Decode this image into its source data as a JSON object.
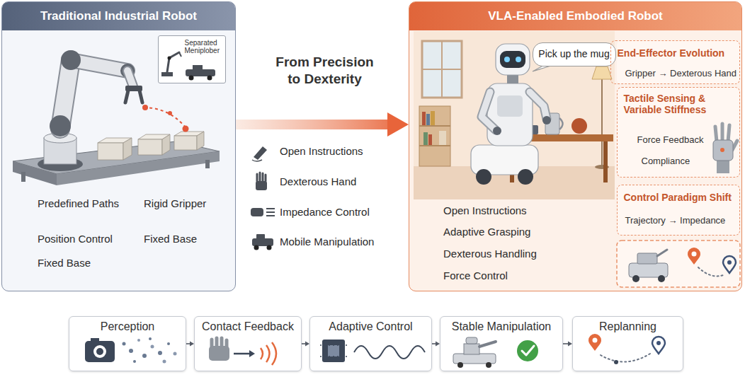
{
  "diagram": {
    "nodes": [
      {
        "text": [
          "Traditional Industrial Robot",
          "Predefined Paths",
          "Rigid Gripper",
          "Position Control",
          "Fixed Base",
          "Fixed Base"
        ]
      },
      {
        "text": [
          "Separated Meniplober"
        ],
        "in": 0
      },
      {
        "text": [
          "VLA-Enabled Embodied Robot",
          "Open Instructions",
          "Adaptive Grasping",
          "Dexterous Handling",
          "Force Control"
        ]
      },
      {
        "text": [
          "Pick up the mug"
        ],
        "in": 2
      },
      {
        "text": [
          "End-Effector Evolution",
          "Gripper → Dexterous Hand"
        ],
        "in": 2
      },
      {
        "text": [
          "Tactile Sensing & Variable Stiffness",
          "Force Feedback",
          "Compliance"
        ],
        "in": 2
      },
      {
        "text": [
          "Control Paradigm Shift",
          "Trajectory → Impedance"
        ],
        "in": 2
      },
      {
        "text": [
          "Perception"
        ]
      },
      {
        "text": [
          "Contact Feedback"
        ]
      },
      {
        "text": [
          "Adaptive Control"
        ]
      },
      {
        "text": [
          "Stable Manipulation"
        ]
      },
      {
        "text": [
          "Replanning"
        ]
      }
    ],
    "edges": [
      {
        "from": 0,
        "to": 2,
        "arrow": "to"
      },
      {
        "from": 7,
        "to": 8,
        "arrow": "to"
      },
      {
        "from": 8,
        "to": 9,
        "arrow": "to"
      },
      {
        "from": 9,
        "to": 10,
        "arrow": "to"
      },
      {
        "from": 10,
        "to": 11,
        "arrow": "to"
      }
    ],
    "labels": [
      "From Precision to Dexterity",
      "Open Instructions",
      "Dexterous Hand",
      "Impedance Control",
      "Mobile Manipulation"
    ]
  }
}
